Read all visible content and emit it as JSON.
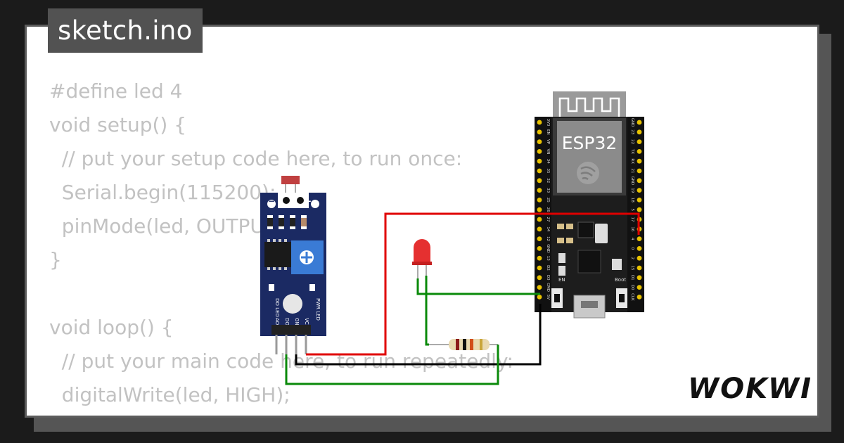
{
  "file_tab": {
    "label": "sketch.ino"
  },
  "code_lines": [
    "#define led 4",
    "void setup() {",
    "  // put your setup code here, to run once:",
    "  Serial.begin(115200);",
    "  pinMode(led, OUTPUT);",
    "}",
    "",
    "void loop() {",
    "  // put your main code here, to run repeatedly:",
    "  digitalWrite(led, HIGH);",
    "}"
  ],
  "board": {
    "chip_label": "ESP32",
    "left_pins": [
      "3V3",
      "EN",
      "VP",
      "VN",
      "34",
      "35",
      "32",
      "33",
      "25",
      "26",
      "27",
      "14",
      "12",
      "GND",
      "13",
      "D2",
      "D3",
      "CMD",
      "5V"
    ],
    "right_pins": [
      "GND",
      "23",
      "22",
      "TX",
      "RX",
      "21",
      "GND",
      "19",
      "18",
      "5",
      "17",
      "16",
      "4",
      "0",
      "2",
      "15",
      "D1",
      "D0",
      "CLK"
    ],
    "button_left": "EN",
    "button_right": "Boot"
  },
  "sensor": {
    "pins": [
      "AO",
      "DO",
      "GND",
      "VCC"
    ],
    "led_labels": [
      "DO LED",
      "PWR LED"
    ],
    "minus": "−",
    "plus": "+"
  },
  "brand": {
    "name": "WOKWI"
  },
  "wire_colors": {
    "red": "#e00000",
    "black": "#000000",
    "green": "#0a8a0a"
  }
}
